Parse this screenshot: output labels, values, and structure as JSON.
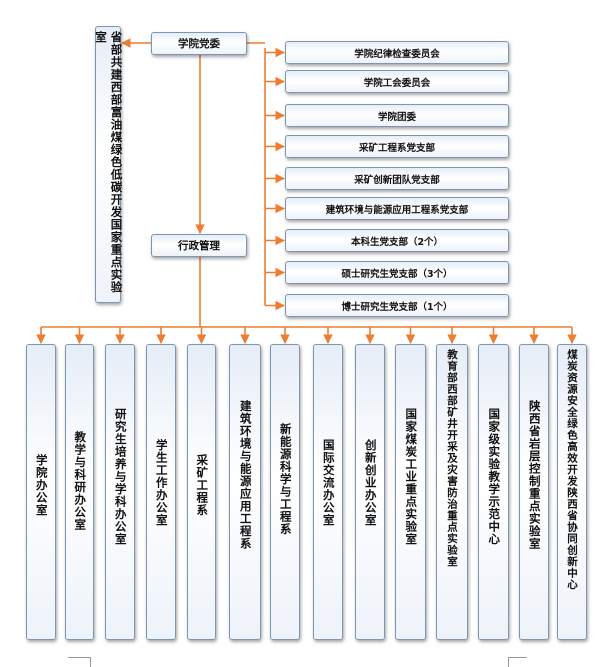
{
  "left_box": "省部共建西部富油煤绿色低碳开发国家重点实验室",
  "party": "学院党委",
  "admin": "行政管理",
  "right_boxes": [
    "学院纪律检查委员会",
    "学院工会委员会",
    "学院团委",
    "采矿工程系党支部",
    "采矿创新团队党支部",
    "建筑环境与能源应用工程系党支部",
    "本科生党支部（2个）",
    "硕士研究生党支部（3个）",
    "博士研究生党支部（1个）"
  ],
  "bottom_boxes": [
    "学院办公室",
    "教学与科研办公室",
    "研究生培养与学科办公室",
    "学生工作办公室",
    "采矿工程系",
    "建筑环境与能源应用工程系",
    "新能源科学与工程系",
    "国际交流办公室",
    "创新创业办公室",
    "国家煤炭工业重点实验室",
    "教育部西部矿井开采及灾害防治重点实验室",
    "国家级实验教学示范中心",
    "陕西省岩层控制重点实验室",
    "煤炭资源安全绿色高效开发陕西省协同创新中心"
  ],
  "colors": {
    "connector": "#ed7d31",
    "box_border": "#7d96b2",
    "box_fill": "#e6edf7"
  }
}
